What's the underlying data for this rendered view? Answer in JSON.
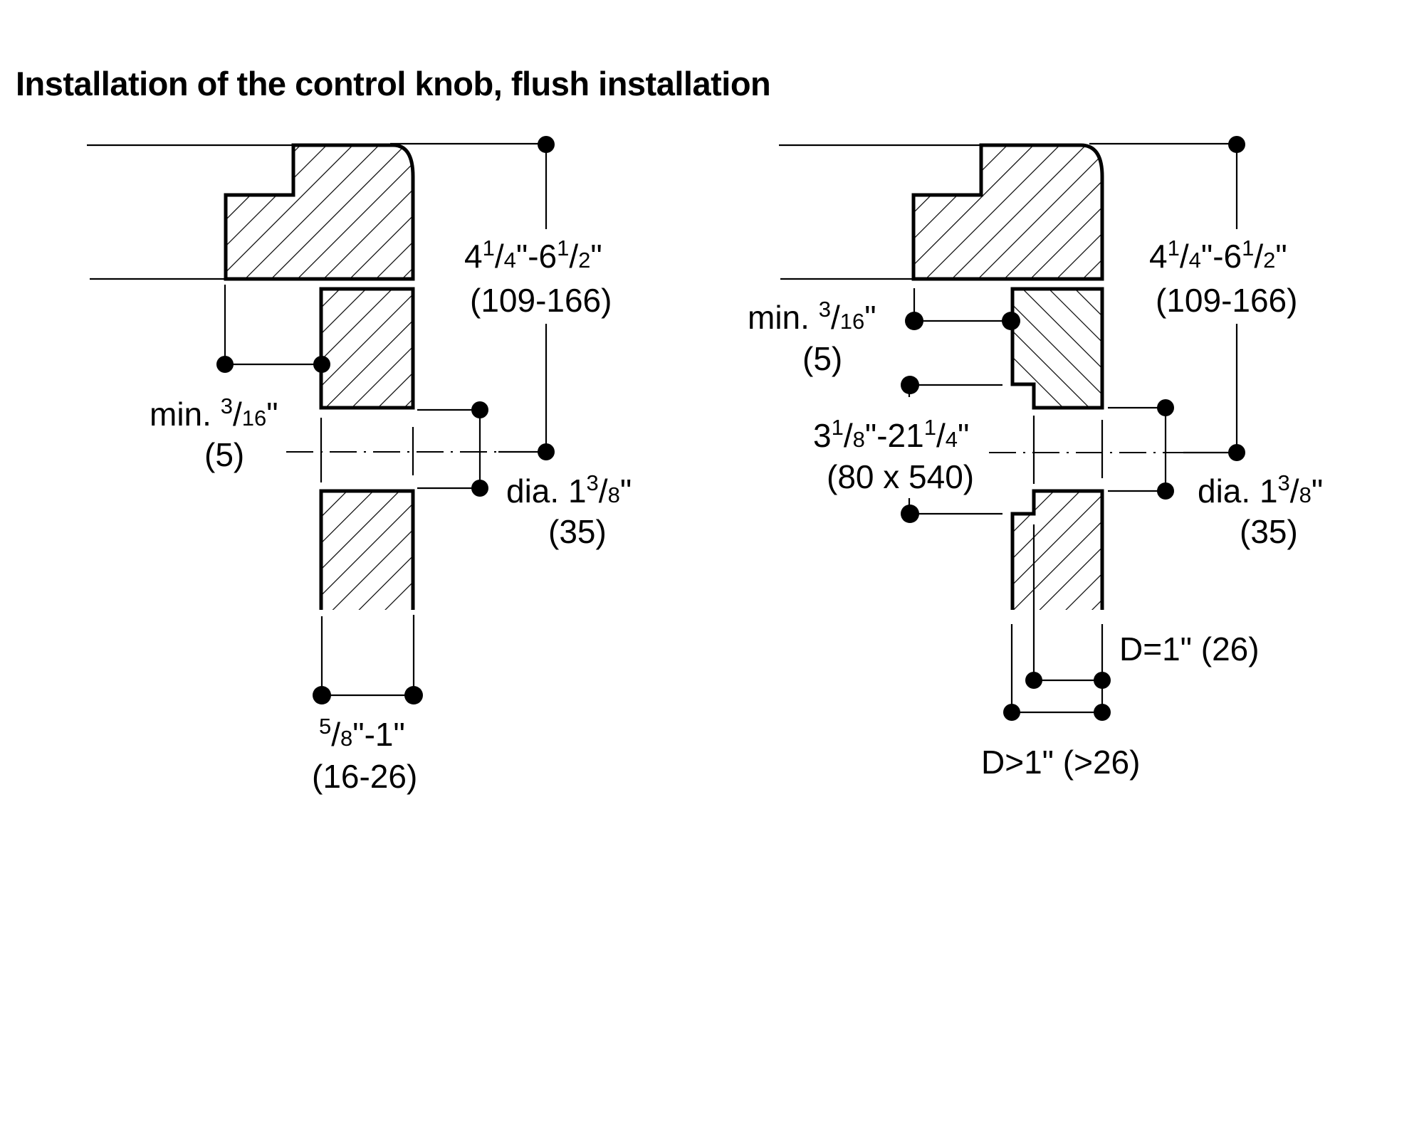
{
  "title": "Installation of the control knob, flush installation",
  "colors": {
    "ink": "#000000",
    "background": "#ffffff"
  },
  "diagrams": [
    {
      "id": "left",
      "labels": {
        "height_range": {
          "whole_a": "4",
          "sup_a": "1",
          "den_a": "4",
          "mid": "\"-6",
          "sup_b": "1",
          "den_b": "2",
          "tail": "\"",
          "metric": "(109-166)"
        },
        "min_gap": {
          "prefix": "min. ",
          "sup": "3",
          "den": "16",
          "tail": "\"",
          "metric": "(5)"
        },
        "diameter": {
          "prefix": "dia. 1",
          "sup": "3",
          "den": "8",
          "tail": "\"",
          "metric": "(35)"
        },
        "thickness": {
          "sup": "5",
          "den": "8",
          "tail": "\"-1\"",
          "metric": "(16-26)"
        }
      }
    },
    {
      "id": "right",
      "labels": {
        "height_range": {
          "whole_a": "4",
          "sup_a": "1",
          "den_a": "4",
          "mid": "\"-6",
          "sup_b": "1",
          "den_b": "2",
          "tail": "\"",
          "metric": "(109-166)"
        },
        "min_gap": {
          "prefix": "min. ",
          "sup": "3",
          "den": "16",
          "tail": "\"",
          "metric": "(5)"
        },
        "recess": {
          "whole_a": "3",
          "sup_a": "1",
          "den_a": "8",
          "mid": "\"-21",
          "sup_b": "1",
          "den_b": "4",
          "tail": "\"",
          "metric": "(80 x 540)"
        },
        "diameter": {
          "prefix": "dia. 1",
          "sup": "3",
          "den": "8",
          "tail": "\"",
          "metric": "(35)"
        },
        "d_equal": "D=1\" (26)",
        "d_greater": "D>1\" (>26)"
      }
    }
  ]
}
